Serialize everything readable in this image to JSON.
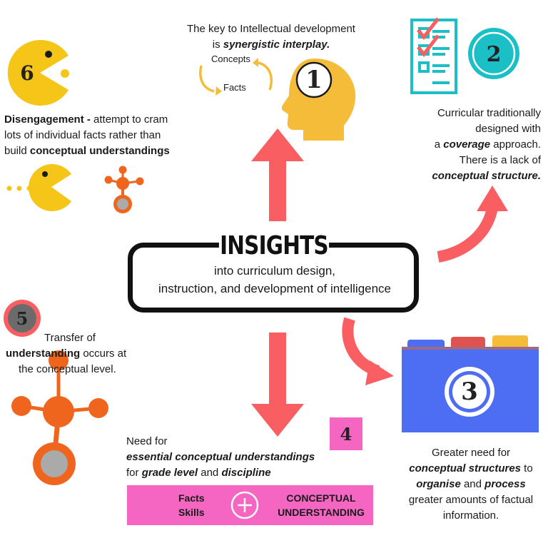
{
  "top": {
    "line1": "The key to Intellectual development",
    "line2_prefix": "is ",
    "line2_em": "synergistic interplay.",
    "concepts": "Concepts",
    "facts": "Facts",
    "number": "1"
  },
  "curricular": {
    "number": "2",
    "l1": "Curricular traditionally",
    "l2": "designed with",
    "l3_a": "a ",
    "l3_em": "coverage",
    "l3_b": " approach.",
    "l4": "There is a lack of",
    "l5_em": "conceptual structure."
  },
  "folder": {
    "number": "3",
    "l1": "Greater need for",
    "l2_em": "conceptual structures",
    "l2_b": " to",
    "l3_em1": "organise",
    "l3_mid": " and ",
    "l3_em2": "process",
    "l4": "greater amounts of factual",
    "l5": "information."
  },
  "need": {
    "number": "4",
    "l1": "Need for",
    "l2_em": "essential conceptual understandings",
    "l3_a": "for ",
    "l3_em1": "grade level",
    "l3_mid": " and ",
    "l3_em2": "discipline",
    "facts": "Facts",
    "skills": "Skills",
    "plus": "+",
    "conceptual": "CONCEPTUAL",
    "understanding": "UNDERSTANDING"
  },
  "transfer": {
    "number": "5",
    "l1": "Transfer of",
    "l2_b": "understanding",
    "l2_rest": " occurs at",
    "l3": "the conceptual level."
  },
  "disengage": {
    "number": "6",
    "l1_b": "Disengagement -",
    "l1_rest": " attempt to cram",
    "l2": "lots of individual facts rather than",
    "l3_a": "build ",
    "l3_b": "conceptual understandings"
  },
  "center": {
    "title": "INSIGHTS",
    "sub1": "into curriculum design,",
    "sub2": "instruction, and development of intelligence"
  },
  "colors": {
    "arrow": "#f95f62",
    "orange": "#f0651e",
    "yellow": "#f5bc3a",
    "teal": "#1bbfc6",
    "folder_blue": "#4d6ef2",
    "pink": "#f566c3"
  }
}
